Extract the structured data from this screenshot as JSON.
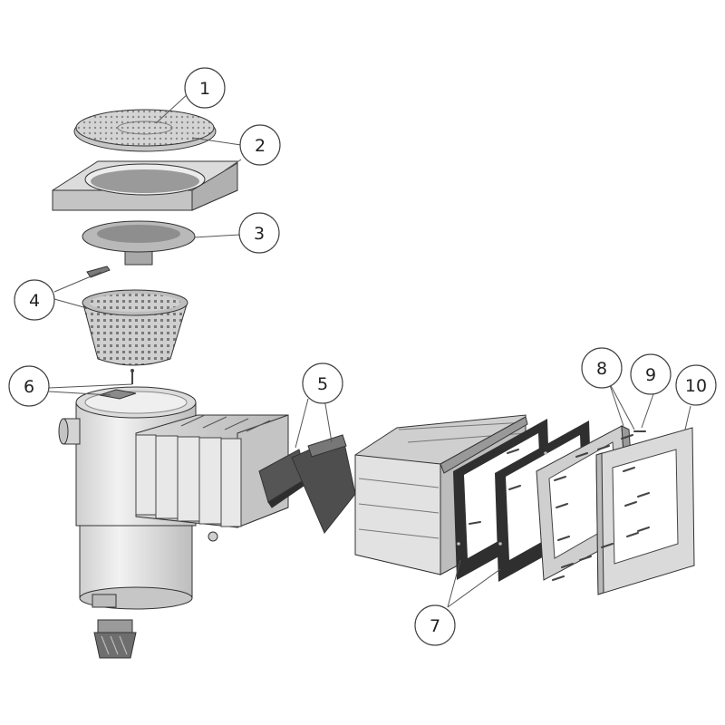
{
  "diagram": {
    "callouts": [
      {
        "id": "c1",
        "label": "1"
      },
      {
        "id": "c2",
        "label": "2"
      },
      {
        "id": "c3",
        "label": "3"
      },
      {
        "id": "c4",
        "label": "4"
      },
      {
        "id": "c5",
        "label": "5"
      },
      {
        "id": "c6",
        "label": "6"
      },
      {
        "id": "c7",
        "label": "7"
      },
      {
        "id": "c8",
        "label": "8"
      },
      {
        "id": "c9",
        "label": "9"
      },
      {
        "id": "c10",
        "label": "10"
      }
    ],
    "colors": {
      "part_fill": "#e6e6e6",
      "part_shade": "#bdbdbd",
      "part_dark": "#4a4a4a",
      "gasket": "#3a3a3a",
      "line": "#333333"
    }
  }
}
